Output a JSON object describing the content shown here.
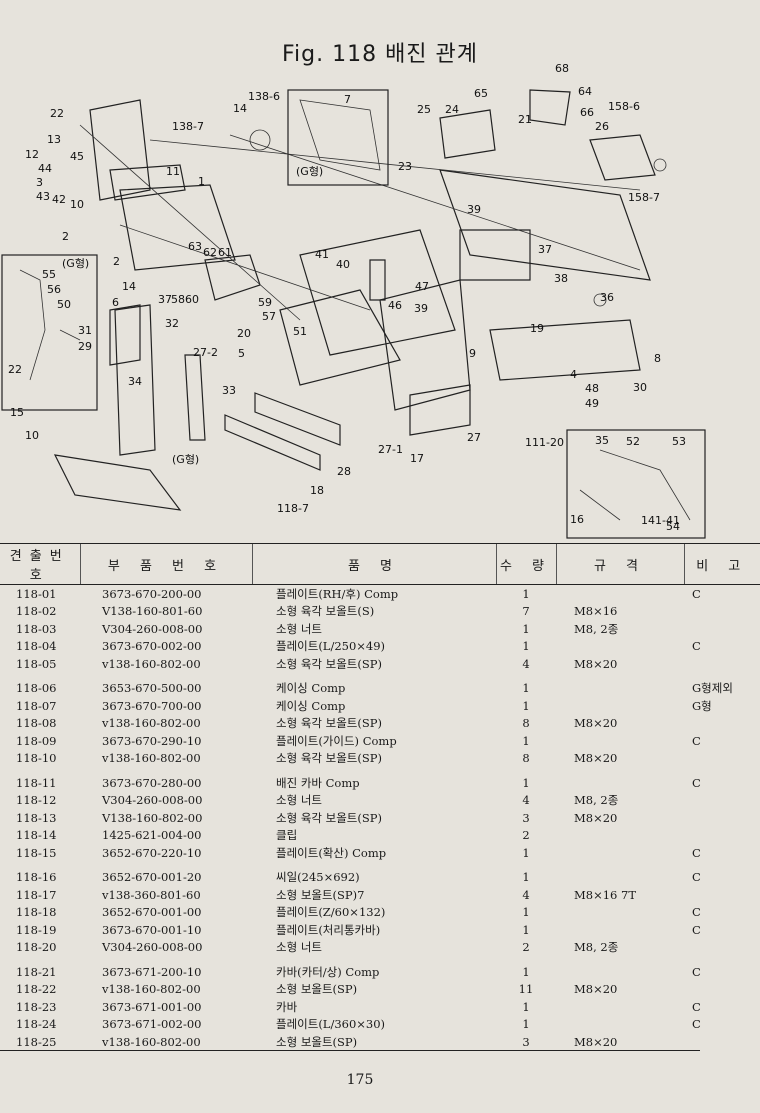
{
  "title": "Fig. 118   배진 관계",
  "diagram": {
    "callouts": [
      "138-6",
      "68",
      "64",
      "65",
      "158-6",
      "22",
      "14",
      "7",
      "25",
      "24",
      "21",
      "66",
      "26",
      "138-7",
      "13",
      "45",
      "12",
      "44",
      "11",
      "23",
      "3",
      "43",
      "42",
      "10",
      "(G형)",
      "1",
      "39",
      "158-7",
      "2",
      "63",
      "62",
      "61",
      "41",
      "40",
      "37",
      "55",
      "(G형)",
      "56",
      "50",
      "2",
      "14",
      "47",
      "38",
      "36",
      "37",
      "58",
      "60",
      "59",
      "46",
      "39",
      "6",
      "31",
      "32",
      "57",
      "20",
      "19",
      "29",
      "51",
      "9",
      "8",
      "22",
      "27-2",
      "5",
      "4",
      "48",
      "49",
      "30",
      "34",
      "33",
      "27",
      "10",
      "27-1",
      "17",
      "111-20",
      "35",
      "52",
      "53",
      "(G형)",
      "28",
      "18",
      "16",
      "141-41",
      "54",
      "118-7",
      "15"
    ]
  },
  "table": {
    "headers": [
      "견출번호",
      "부 품 번 호",
      "품  명",
      "수 량",
      "규 격",
      "비 고"
    ],
    "rows": [
      {
        "no": "118-01",
        "part": "3673-670-200-00",
        "name": "플레이트(RH/후) Comp",
        "qty": "1",
        "spec": "",
        "note": "C"
      },
      {
        "no": "118-02",
        "part": "V138-160-801-60",
        "name": "소형 육각 보올트(S)",
        "qty": "7",
        "spec": "M8×16",
        "note": ""
      },
      {
        "no": "118-03",
        "part": "V304-260-008-00",
        "name": "소형 너트",
        "qty": "1",
        "spec": "M8, 2종",
        "note": ""
      },
      {
        "no": "118-04",
        "part": "3673-670-002-00",
        "name": "플레이트(L/250×49)",
        "qty": "1",
        "spec": "",
        "note": "C"
      },
      {
        "no": "118-05",
        "part": "v138-160-802-00",
        "name": "소형 육각 보올트(SP)",
        "qty": "4",
        "spec": "M8×20",
        "note": ""
      },
      {
        "no": "118-06",
        "part": "3653-670-500-00",
        "name": "케이싱 Comp",
        "qty": "1",
        "spec": "",
        "note": "G형제외"
      },
      {
        "no": "118-07",
        "part": "3673-670-700-00",
        "name": "케이싱 Comp",
        "qty": "1",
        "spec": "",
        "note": "G형"
      },
      {
        "no": "118-08",
        "part": "v138-160-802-00",
        "name": "소형 육각 보올트(SP)",
        "qty": "8",
        "spec": "M8×20",
        "note": ""
      },
      {
        "no": "118-09",
        "part": "3673-670-290-10",
        "name": "플레이트(가이드) Comp",
        "qty": "1",
        "spec": "",
        "note": "C"
      },
      {
        "no": "118-10",
        "part": "v138-160-802-00",
        "name": "소형 육각 보올트(SP)",
        "qty": "8",
        "spec": "M8×20",
        "note": ""
      },
      {
        "no": "118-11",
        "part": "3673-670-280-00",
        "name": "배진 카바 Comp",
        "qty": "1",
        "spec": "",
        "note": "C"
      },
      {
        "no": "118-12",
        "part": "V304-260-008-00",
        "name": "소형 너트",
        "qty": "4",
        "spec": "M8, 2종",
        "note": ""
      },
      {
        "no": "118-13",
        "part": "V138-160-802-00",
        "name": "소형 육각 보올트(SP)",
        "qty": "3",
        "spec": "M8×20",
        "note": ""
      },
      {
        "no": "118-14",
        "part": "1425-621-004-00",
        "name": "클립",
        "qty": "2",
        "spec": "",
        "note": ""
      },
      {
        "no": "118-15",
        "part": "3652-670-220-10",
        "name": "플레이트(확산) Comp",
        "qty": "1",
        "spec": "",
        "note": "C"
      },
      {
        "no": "118-16",
        "part": "3652-670-001-20",
        "name": "씨일(245×692)",
        "qty": "1",
        "spec": "",
        "note": "C"
      },
      {
        "no": "118-17",
        "part": "v138-360-801-60",
        "name": "소형 보올트(SP)7",
        "qty": "4",
        "spec": "M8×16 7T",
        "note": ""
      },
      {
        "no": "118-18",
        "part": "3652-670-001-00",
        "name": "플레이트(Z/60×132)",
        "qty": "1",
        "spec": "",
        "note": "C"
      },
      {
        "no": "118-19",
        "part": "3673-670-001-10",
        "name": "플레이트(처리통카바)",
        "qty": "1",
        "spec": "",
        "note": "C"
      },
      {
        "no": "118-20",
        "part": "V304-260-008-00",
        "name": "소형 너트",
        "qty": "2",
        "spec": "M8, 2종",
        "note": ""
      },
      {
        "no": "118-21",
        "part": "3673-671-200-10",
        "name": "카바(카터/상) Comp",
        "qty": "1",
        "spec": "",
        "note": "C"
      },
      {
        "no": "118-22",
        "part": "v138-160-802-00",
        "name": "소형 보올트(SP)",
        "qty": "11",
        "spec": "M8×20",
        "note": ""
      },
      {
        "no": "118-23",
        "part": "3673-671-001-00",
        "name": "카바",
        "qty": "1",
        "spec": "",
        "note": "C"
      },
      {
        "no": "118-24",
        "part": "3673-671-002-00",
        "name": "플레이트(L/360×30)",
        "qty": "1",
        "spec": "",
        "note": "C"
      },
      {
        "no": "118-25",
        "part": "v138-160-802-00",
        "name": "소형 보올트(SP)",
        "qty": "3",
        "spec": "M8×20",
        "note": ""
      }
    ]
  },
  "page_number": "175"
}
